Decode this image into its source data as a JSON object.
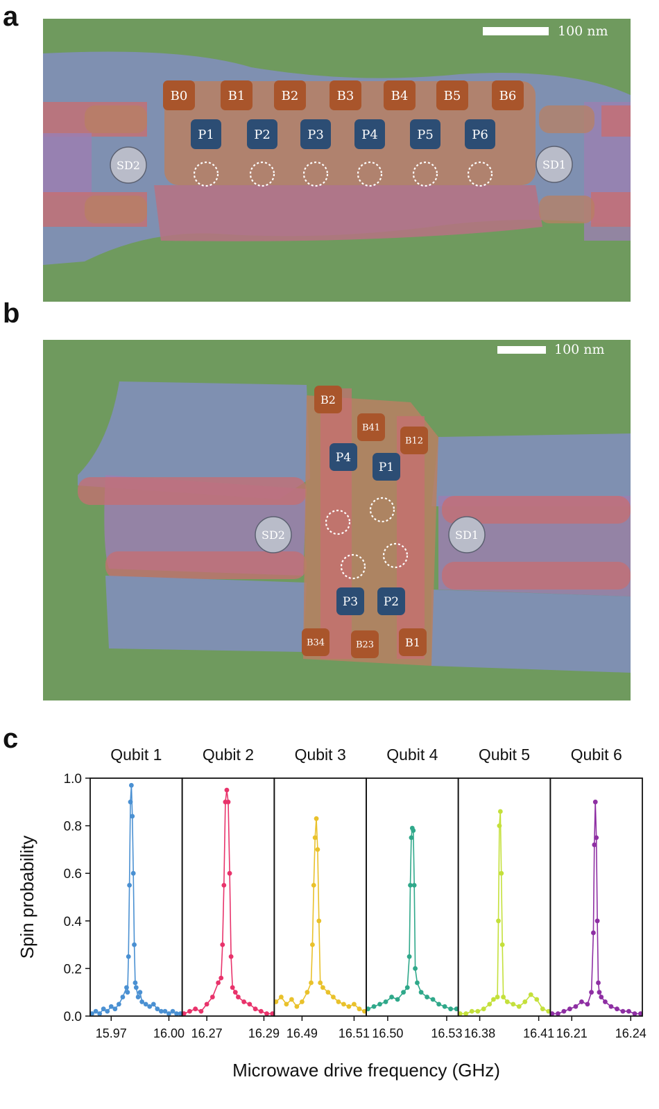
{
  "panels": {
    "a": {
      "letter": "a",
      "scale_bar": "100 nm",
      "barrier_gates": [
        "B0",
        "B1",
        "B2",
        "B3",
        "B4",
        "B5",
        "B6"
      ],
      "plunger_gates": [
        "P1",
        "P2",
        "P3",
        "P4",
        "P5",
        "P6"
      ],
      "sensors": [
        "SD2",
        "SD1"
      ]
    },
    "b": {
      "letter": "b",
      "scale_bar": "100 nm",
      "barrier_gates": [
        "B2",
        "B41",
        "B12",
        "B34",
        "B23",
        "B1"
      ],
      "plunger_gates": [
        "P4",
        "P1",
        "P3",
        "P2"
      ],
      "sensors": [
        "SD2",
        "SD1"
      ]
    },
    "c": {
      "letter": "c"
    }
  },
  "colors": {
    "background_green": "#6f9a5e",
    "gate_blue": "#7f8fb5",
    "gate_red": "#c76e72",
    "gate_orange": "#b88063",
    "gate_purple": "#9b7fb2",
    "barrier_label": "#a9552b",
    "plunger_label": "#2c4d74",
    "sensor": "#b9bcc9"
  },
  "chart_data": {
    "type": "line",
    "ylabel": "Spin probability",
    "xlabel": "Microwave drive frequency (GHz)",
    "ylim": [
      0,
      1.0
    ],
    "yticks": [
      "0.0",
      "0.2",
      "0.4",
      "0.6",
      "0.8",
      "1.0"
    ],
    "series": [
      {
        "name": "Qubit 1",
        "color": "#4a90d2",
        "xticks": [
          "15.97",
          "16.00"
        ],
        "x": [
          15.96,
          15.962,
          15.964,
          15.966,
          15.968,
          15.97,
          15.972,
          15.974,
          15.976,
          15.978,
          15.9785,
          15.979,
          15.9795,
          15.98,
          15.9805,
          15.981,
          15.9815,
          15.982,
          15.9825,
          15.983,
          15.984,
          15.985,
          15.986,
          15.988,
          15.99,
          15.992,
          15.994,
          15.996,
          15.998,
          16.0,
          16.002,
          16.004,
          16.006
        ],
        "values": [
          0.01,
          0.02,
          0.01,
          0.03,
          0.02,
          0.04,
          0.03,
          0.05,
          0.08,
          0.12,
          0.1,
          0.25,
          0.55,
          0.9,
          0.97,
          0.84,
          0.6,
          0.3,
          0.14,
          0.12,
          0.08,
          0.1,
          0.06,
          0.05,
          0.04,
          0.05,
          0.03,
          0.02,
          0.02,
          0.01,
          0.02,
          0.01,
          0.01
        ]
      },
      {
        "name": "Qubit 2",
        "color": "#e8336b",
        "xticks": [
          "16.27",
          "16.29"
        ],
        "x": [
          16.262,
          16.264,
          16.266,
          16.268,
          16.27,
          16.272,
          16.274,
          16.275,
          16.2755,
          16.276,
          16.2765,
          16.277,
          16.2775,
          16.278,
          16.2785,
          16.279,
          16.28,
          16.281,
          16.283,
          16.285,
          16.287,
          16.289,
          16.291,
          16.293
        ],
        "values": [
          0.01,
          0.02,
          0.03,
          0.02,
          0.05,
          0.08,
          0.14,
          0.16,
          0.3,
          0.55,
          0.9,
          0.95,
          0.9,
          0.6,
          0.25,
          0.12,
          0.1,
          0.08,
          0.06,
          0.05,
          0.03,
          0.02,
          0.01,
          0.01
        ]
      },
      {
        "name": "Qubit 3",
        "color": "#e9c12b",
        "xticks": [
          "16.49",
          "16.51"
        ],
        "x": [
          16.48,
          16.482,
          16.484,
          16.486,
          16.488,
          16.49,
          16.492,
          16.4935,
          16.494,
          16.4945,
          16.495,
          16.4955,
          16.496,
          16.4965,
          16.497,
          16.498,
          16.5,
          16.502,
          16.504,
          16.506,
          16.508,
          16.51,
          16.512,
          16.514
        ],
        "values": [
          0.06,
          0.08,
          0.05,
          0.07,
          0.04,
          0.06,
          0.1,
          0.14,
          0.3,
          0.55,
          0.75,
          0.83,
          0.7,
          0.4,
          0.14,
          0.12,
          0.1,
          0.08,
          0.06,
          0.05,
          0.04,
          0.05,
          0.03,
          0.02
        ]
      },
      {
        "name": "Qubit 4",
        "color": "#2fa88a",
        "xticks": [
          "16.50",
          "16.53"
        ],
        "x": [
          16.49,
          16.493,
          16.496,
          16.499,
          16.502,
          16.505,
          16.508,
          16.51,
          16.511,
          16.5115,
          16.512,
          16.5125,
          16.513,
          16.5135,
          16.514,
          16.515,
          16.517,
          16.52,
          16.523,
          16.526,
          16.529,
          16.532,
          16.535
        ],
        "values": [
          0.03,
          0.04,
          0.05,
          0.06,
          0.08,
          0.07,
          0.1,
          0.12,
          0.25,
          0.55,
          0.75,
          0.79,
          0.78,
          0.55,
          0.2,
          0.14,
          0.1,
          0.08,
          0.07,
          0.05,
          0.04,
          0.03,
          0.03
        ]
      },
      {
        "name": "Qubit 5",
        "color": "#c4e03b",
        "xticks": [
          "16.38",
          "16.41"
        ],
        "x": [
          16.37,
          16.373,
          16.376,
          16.379,
          16.382,
          16.385,
          16.387,
          16.389,
          16.3895,
          16.39,
          16.3905,
          16.391,
          16.3915,
          16.392,
          16.394,
          16.397,
          16.4,
          16.403,
          16.406,
          16.409,
          16.412,
          16.415
        ],
        "values": [
          0.01,
          0.01,
          0.02,
          0.02,
          0.03,
          0.05,
          0.07,
          0.08,
          0.4,
          0.8,
          0.86,
          0.6,
          0.3,
          0.08,
          0.06,
          0.05,
          0.04,
          0.06,
          0.09,
          0.07,
          0.03,
          0.02
        ]
      },
      {
        "name": "Qubit 6",
        "color": "#8e2fa3",
        "xticks": [
          "16.21",
          "16.24"
        ],
        "x": [
          16.2,
          16.203,
          16.206,
          16.209,
          16.212,
          16.215,
          16.218,
          16.22,
          16.221,
          16.2215,
          16.222,
          16.2225,
          16.223,
          16.2235,
          16.224,
          16.225,
          16.227,
          16.23,
          16.233,
          16.236,
          16.239,
          16.242,
          16.245
        ],
        "values": [
          0.01,
          0.01,
          0.02,
          0.03,
          0.04,
          0.06,
          0.05,
          0.1,
          0.35,
          0.72,
          0.9,
          0.75,
          0.4,
          0.14,
          0.1,
          0.08,
          0.06,
          0.04,
          0.03,
          0.02,
          0.02,
          0.01,
          0.01
        ]
      }
    ]
  }
}
